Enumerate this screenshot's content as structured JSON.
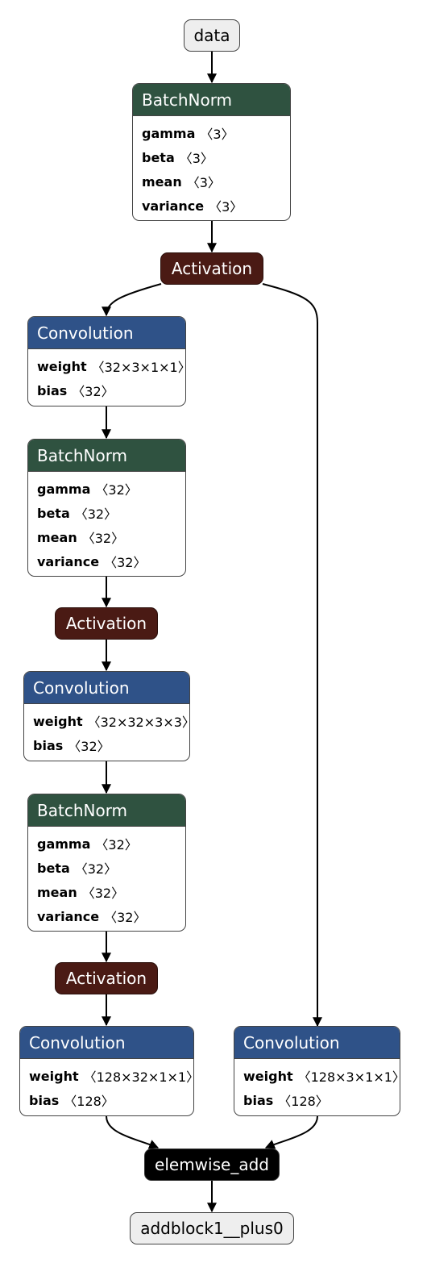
{
  "nodes": {
    "data": {
      "label": "data"
    },
    "bn1": {
      "title": "BatchNorm",
      "attrs": [
        {
          "name": "gamma",
          "shape": "〈3〉"
        },
        {
          "name": "beta",
          "shape": "〈3〉"
        },
        {
          "name": "mean",
          "shape": "〈3〉"
        },
        {
          "name": "variance",
          "shape": "〈3〉"
        }
      ]
    },
    "act1": {
      "label": "Activation"
    },
    "conv1": {
      "title": "Convolution",
      "attrs": [
        {
          "name": "weight",
          "shape": "〈32×3×1×1〉"
        },
        {
          "name": "bias",
          "shape": "〈32〉"
        }
      ]
    },
    "bn2": {
      "title": "BatchNorm",
      "attrs": [
        {
          "name": "gamma",
          "shape": "〈32〉"
        },
        {
          "name": "beta",
          "shape": "〈32〉"
        },
        {
          "name": "mean",
          "shape": "〈32〉"
        },
        {
          "name": "variance",
          "shape": "〈32〉"
        }
      ]
    },
    "act2": {
      "label": "Activation"
    },
    "conv2": {
      "title": "Convolution",
      "attrs": [
        {
          "name": "weight",
          "shape": "〈32×32×3×3〉"
        },
        {
          "name": "bias",
          "shape": "〈32〉"
        }
      ]
    },
    "bn3": {
      "title": "BatchNorm",
      "attrs": [
        {
          "name": "gamma",
          "shape": "〈32〉"
        },
        {
          "name": "beta",
          "shape": "〈32〉"
        },
        {
          "name": "mean",
          "shape": "〈32〉"
        },
        {
          "name": "variance",
          "shape": "〈32〉"
        }
      ]
    },
    "act3": {
      "label": "Activation"
    },
    "conv3": {
      "title": "Convolution",
      "attrs": [
        {
          "name": "weight",
          "shape": "〈128×32×1×1〉"
        },
        {
          "name": "bias",
          "shape": "〈128〉"
        }
      ]
    },
    "conv_sc": {
      "title": "Convolution",
      "attrs": [
        {
          "name": "weight",
          "shape": "〈128×3×1×1〉"
        },
        {
          "name": "bias",
          "shape": "〈128〉"
        }
      ]
    },
    "add": {
      "label": "elemwise_add"
    },
    "out": {
      "label": "addblock1__plus0"
    }
  },
  "edges": [
    [
      "data",
      "bn1"
    ],
    [
      "bn1",
      "act1"
    ],
    [
      "act1",
      "conv1"
    ],
    [
      "act1",
      "conv_sc"
    ],
    [
      "conv1",
      "bn2"
    ],
    [
      "bn2",
      "act2"
    ],
    [
      "act2",
      "conv2"
    ],
    [
      "conv2",
      "bn3"
    ],
    [
      "bn3",
      "act3"
    ],
    [
      "act3",
      "conv3"
    ],
    [
      "conv3",
      "add"
    ],
    [
      "conv_sc",
      "add"
    ],
    [
      "add",
      "out"
    ]
  ]
}
